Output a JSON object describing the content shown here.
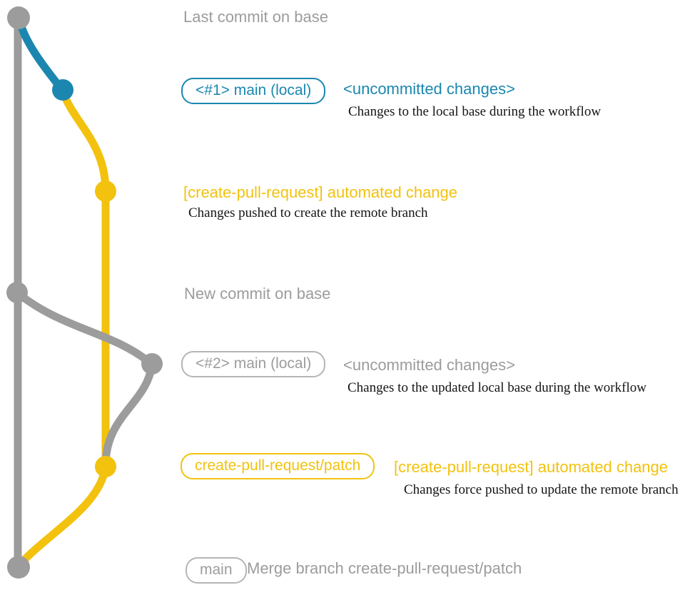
{
  "colors": {
    "gray": "#9c9c9c",
    "gray_border": "#b5b5b5",
    "blue": "#1b87b0",
    "yellow": "#f2c20e",
    "ink": "#141414"
  },
  "notes": {
    "last_commit": "Last commit on base",
    "new_commit": "New commit on base",
    "merge_commit": "Merge branch create-pull-request/patch"
  },
  "tags": {
    "main_local_1": "<#1> main (local)",
    "main_local_2": "<#2> main (local)",
    "patch_branch": "create-pull-request/patch",
    "main": "main"
  },
  "headings": {
    "uncommitted_1": "<uncommitted changes>",
    "automated_change_1": "[create-pull-request] automated change",
    "uncommitted_2": "<uncommitted changes>",
    "automated_change_2": "[create-pull-request] automated change"
  },
  "descriptions": {
    "local_base": "Changes to the local base during the workflow",
    "pushed_create": "Changes pushed to create the remote branch",
    "updated_local_base": "Changes to the updated local base during the workflow",
    "force_pushed": "Changes force pushed to update the remote branch"
  },
  "graph": {
    "branches": [
      {
        "name": "base",
        "color": "gray"
      },
      {
        "name": "local uncommitted changes",
        "color": "blue"
      },
      {
        "name": "create-pull-request/patch",
        "color": "yellow"
      }
    ],
    "commits": [
      {
        "id": "last-commit-on-base",
        "color": "gray"
      },
      {
        "id": "local-uncommitted-1",
        "color": "blue"
      },
      {
        "id": "automated-change-1",
        "color": "yellow"
      },
      {
        "id": "new-commit-on-base",
        "color": "gray"
      },
      {
        "id": "local-uncommitted-2",
        "color": "gray"
      },
      {
        "id": "automated-change-2",
        "color": "yellow"
      },
      {
        "id": "merge-commit",
        "color": "gray"
      }
    ]
  }
}
